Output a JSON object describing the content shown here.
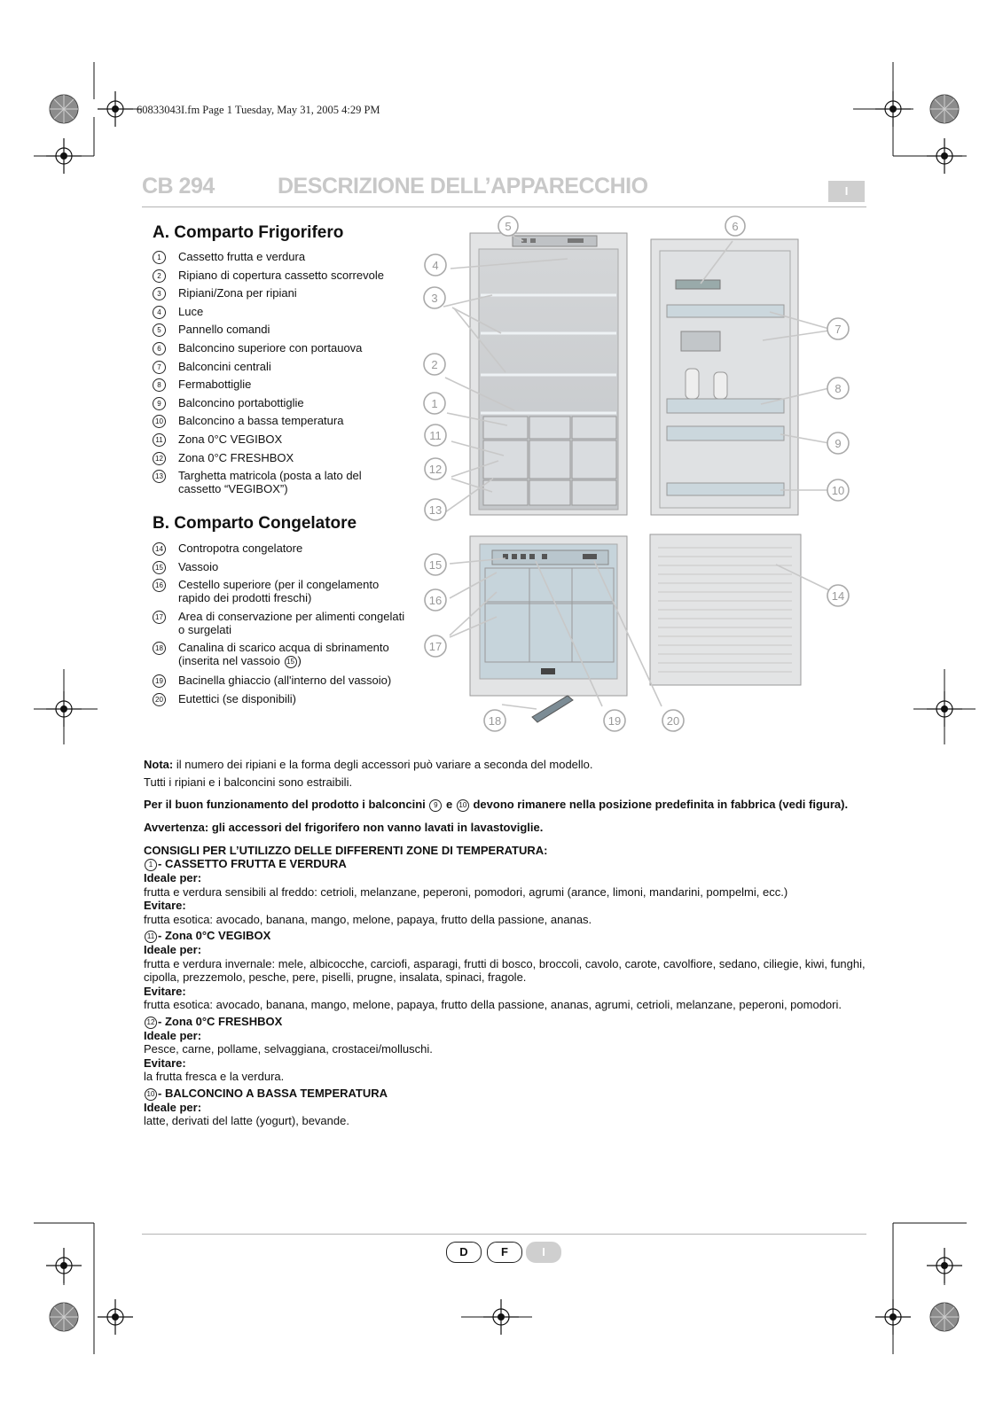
{
  "file_info": "60833043I.fm  Page 1  Tuesday, May 31, 2005  4:29 PM",
  "header": {
    "model": "CB 294",
    "title": "DESCRIZIONE DELL’APPARECCHIO",
    "lang_tab": "I"
  },
  "section_a": {
    "title": "A. Comparto Frigorifero",
    "items": [
      {
        "num": "1",
        "label": "Cassetto frutta e verdura"
      },
      {
        "num": "2",
        "label": "Ripiano di copertura cassetto scorrevole"
      },
      {
        "num": "3",
        "label": "Ripiani/Zona per ripiani"
      },
      {
        "num": "4",
        "label": "Luce"
      },
      {
        "num": "5",
        "label": "Pannello comandi"
      },
      {
        "num": "6",
        "label": "Balconcino superiore con portauova"
      },
      {
        "num": "7",
        "label": "Balconcini centrali"
      },
      {
        "num": "8",
        "label": "Fermabottiglie"
      },
      {
        "num": "9",
        "label": "Balconcino portabottiglie"
      },
      {
        "num": "10",
        "label": "Balconcino a bassa temperatura"
      },
      {
        "num": "11",
        "label": "Zona 0°C VEGIBOX"
      },
      {
        "num": "12",
        "label": "Zona 0°C FRESHBOX"
      },
      {
        "num": "13",
        "label": "Targhetta matricola (posta a lato del cassetto “VEGIBOX”)"
      }
    ]
  },
  "section_b": {
    "title": "B. Comparto Congelatore",
    "items": [
      {
        "num": "14",
        "label": "Contropotra congelatore"
      },
      {
        "num": "15",
        "label": "Vassoio"
      },
      {
        "num": "16",
        "label": "Cestello superiore (per il congelamento rapido dei prodotti freschi)"
      },
      {
        "num": "17",
        "label": "Area di conservazione per alimenti congelati o surgelati"
      },
      {
        "num": "18",
        "label_a": "Canalina di scarico acqua di sbrinamento (inserita nel vassoio ",
        "ref": "15",
        "label_b": ")"
      },
      {
        "num": "19",
        "label": "Bacinella ghiaccio (all'interno del vassoio)"
      },
      {
        "num": "20",
        "label": "Eutettici (se disponibili)"
      }
    ]
  },
  "diagram": {
    "callouts": [
      "1",
      "2",
      "3",
      "4",
      "5",
      "6",
      "7",
      "8",
      "9",
      "10",
      "11",
      "12",
      "13",
      "14",
      "15",
      "16",
      "17",
      "18",
      "19",
      "20"
    ]
  },
  "notes": {
    "nota_label": "Nota:",
    "nota_text": " il numero dei ripiani e la forma degli accessori può variare a seconda del modello.",
    "removable": "Tutti i ripiani e i balconcini sono estraibili.",
    "position_a": "Per il buon funzionamento del prodotto i balconcini ",
    "position_ref1": "9",
    "position_b": " e ",
    "position_ref2": "10",
    "position_c": " devono rimanere nella posizione predefinita in fabbrica (vedi figura).",
    "warning": "Avvertenza: gli accessori del frigorifero non vanno lavati in lavastoviglie."
  },
  "tips": {
    "title": "CONSIGLI PER L’UTILIZZO DELLE DIFFERENTI ZONE DI TEMPERATURA:",
    "ideal_label": "Ideale per:",
    "avoid_label": "Evitare:",
    "zones": [
      {
        "num": "1",
        "name": "- CASSETTO FRUTTA E VERDURA",
        "ideal": "frutta e verdura sensibili al freddo: cetrioli, melanzane, peperoni, pomodori, agrumi (arance, limoni, mandarini, pompelmi, ecc.)",
        "avoid": "frutta esotica: avocado, banana, mango, melone, papaya, frutto della passione, ananas."
      },
      {
        "num": "11",
        "name": "- Zona 0°C VEGIBOX",
        "ideal": "frutta e verdura invernale: mele, albicocche, carciofi, asparagi, frutti di bosco, broccoli, cavolo, carote, cavolfiore, sedano, ciliegie, kiwi, funghi, cipolla, prezzemolo, pesche, pere, piselli, prugne, insalata, spinaci, fragole.",
        "avoid": "frutta esotica: avocado, banana, mango, melone, papaya, frutto della  passione, ananas, agrumi, cetrioli, melanzane, peperoni, pomodori."
      },
      {
        "num": "12",
        "name": "- Zona 0°C FRESHBOX",
        "ideal": "Pesce, carne, pollame, selvaggiana, crostacei/molluschi.",
        "avoid": "la frutta fresca e la verdura."
      },
      {
        "num": "10",
        "name": "- BALCONCINO A BASSA TEMPERATURA",
        "ideal": "latte, derivati del latte (yogurt), bevande.",
        "avoid": ""
      }
    ]
  },
  "footer": {
    "langs": [
      "D",
      "F",
      "I"
    ],
    "active": "I"
  }
}
